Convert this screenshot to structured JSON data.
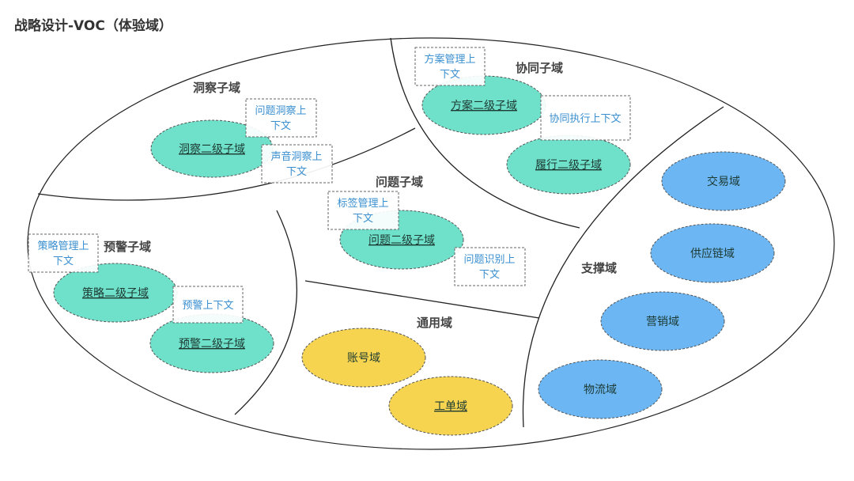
{
  "title": "战略设计-VOC（体验域）",
  "colors": {
    "subdomain_fill": "#6fe0c9",
    "general_fill": "#f6d44f",
    "support_fill": "#6bb6f3",
    "context_text": "#3a8fd0",
    "outline": "#222222"
  },
  "regions": {
    "insight": "洞察子域",
    "collab": "协同子域",
    "problem": "问题子域",
    "warning": "预警子域",
    "support": "支撑域",
    "general": "通用域"
  },
  "domains": {
    "insight_sub": "洞察二级子域",
    "plan_sub": "方案二级子域",
    "perform_sub": "履行二级子域",
    "problem_sub": "问题二级子域",
    "strategy_sub": "策略二级子域",
    "warning_sub": "预警二级子域",
    "account": "账号域",
    "workorder": "工单域",
    "trade": "交易域",
    "supply": "供应链域",
    "marketing": "营销域",
    "logistics": "物流域"
  },
  "contexts": {
    "problem_insight": [
      "问题洞察上",
      "下文"
    ],
    "voice_insight": [
      "声音洞察上",
      "下文"
    ],
    "plan_mgmt": [
      "方案管理上",
      "下文"
    ],
    "collab_exec": [
      "协同执行上下文"
    ],
    "tag_mgmt": [
      "标签管理上",
      "下文"
    ],
    "problem_ident": [
      "问题识别上",
      "下文"
    ],
    "strategy_mgmt": [
      "策略管理上",
      "下文"
    ],
    "warning_ctx": [
      "预警上下文"
    ]
  }
}
